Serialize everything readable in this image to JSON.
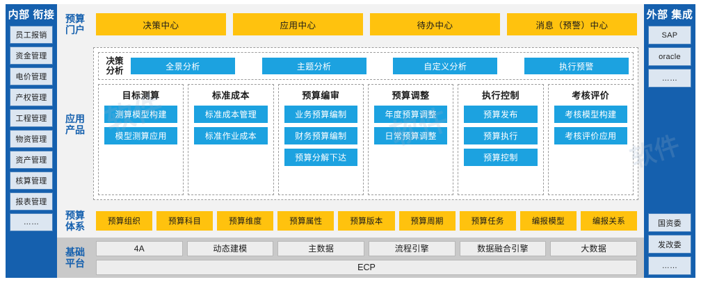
{
  "left_sidebar": {
    "title": "内部\n衔接",
    "title_line1": "内部",
    "title_line2": "衔接",
    "items": [
      {
        "label": "员工报销"
      },
      {
        "label": "资金管理"
      },
      {
        "label": "电价管理"
      },
      {
        "label": "产权管理"
      },
      {
        "label": "工程管理"
      },
      {
        "label": "物资管理"
      },
      {
        "label": "资产管理"
      },
      {
        "label": "核算管理"
      },
      {
        "label": "报表管理"
      },
      {
        "label": "……"
      }
    ]
  },
  "right_sidebar": {
    "title_line1": "外部",
    "title_line2": "集成",
    "top_items": [
      {
        "label": "SAP"
      },
      {
        "label": "oracle"
      },
      {
        "label": "……"
      }
    ],
    "bottom_items": [
      {
        "label": "国资委"
      },
      {
        "label": "发改委"
      },
      {
        "label": "……"
      }
    ]
  },
  "portal": {
    "label_line1": "预算",
    "label_line2": "门户",
    "items": [
      {
        "label": "决策中心"
      },
      {
        "label": "应用中心"
      },
      {
        "label": "待办中心"
      },
      {
        "label": "消息（预警）中心"
      }
    ]
  },
  "app_products": {
    "label_line1": "应用",
    "label_line2": "产品",
    "decision": {
      "label_line1": "决策",
      "label_line2": "分析",
      "items": [
        {
          "label": "全景分析"
        },
        {
          "label": "主题分析"
        },
        {
          "label": "自定义分析"
        },
        {
          "label": "执行预警"
        }
      ]
    },
    "modules": [
      {
        "title": "目标测算",
        "items": [
          {
            "label": "测算模型构建"
          },
          {
            "label": "模型测算应用"
          }
        ]
      },
      {
        "title": "标准成本",
        "items": [
          {
            "label": "标准成本管理"
          },
          {
            "label": "标准作业成本"
          }
        ]
      },
      {
        "title": "预算编审",
        "items": [
          {
            "label": "业务预算编制"
          },
          {
            "label": "财务预算编制"
          },
          {
            "label": "预算分解下达"
          }
        ]
      },
      {
        "title": "预算调整",
        "items": [
          {
            "label": "年度预算调整"
          },
          {
            "label": "日常预算调整"
          }
        ]
      },
      {
        "title": "执行控制",
        "items": [
          {
            "label": "预算发布"
          },
          {
            "label": "预算执行"
          },
          {
            "label": "预算控制"
          }
        ]
      },
      {
        "title": "考核评价",
        "items": [
          {
            "label": "考核模型构建"
          },
          {
            "label": "考核评价应用"
          }
        ]
      }
    ]
  },
  "budget_system": {
    "label_line1": "预算",
    "label_line2": "体系",
    "items": [
      {
        "label": "预算组织"
      },
      {
        "label": "预算科目"
      },
      {
        "label": "预算维度"
      },
      {
        "label": "预算属性"
      },
      {
        "label": "预算版本"
      },
      {
        "label": "预算周期"
      },
      {
        "label": "预算任务"
      },
      {
        "label": "编报模型"
      },
      {
        "label": "编报关系"
      }
    ]
  },
  "base_platform": {
    "label_line1": "基础",
    "label_line2": "平台",
    "top_items": [
      {
        "label": "4A"
      },
      {
        "label": "动态建模"
      },
      {
        "label": "主数据"
      },
      {
        "label": "流程引擎"
      },
      {
        "label": "数据融合引擎"
      },
      {
        "label": "大数据"
      }
    ],
    "bottom_item": {
      "label": "ECP"
    }
  },
  "colors": {
    "sidebar_blue": "#1560AE",
    "chip_blue": "#1CA2E0",
    "chip_yellow": "#FFC20E",
    "band_gray": "#F2F2F2",
    "base_gray": "#C9C9C9",
    "side_chip_fill": "#DCE6F1"
  }
}
